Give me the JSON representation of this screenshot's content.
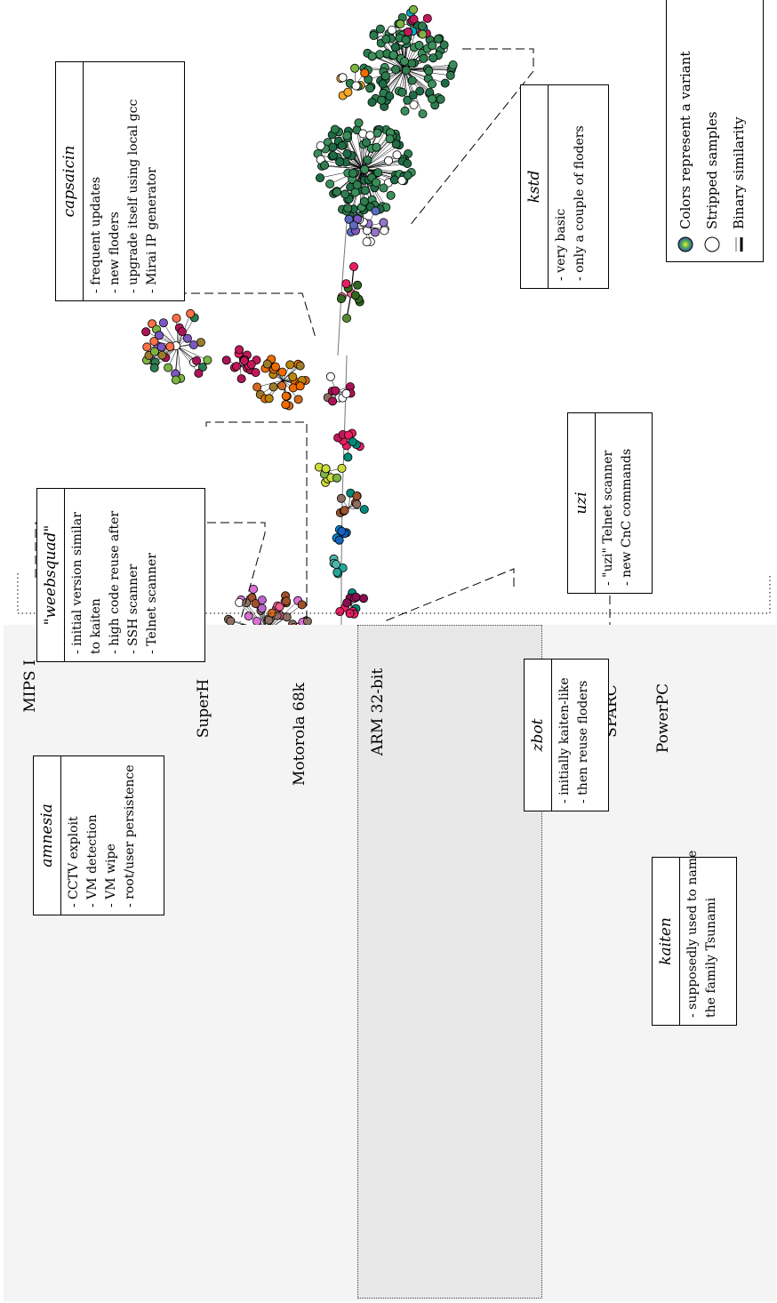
{
  "architectures": [
    {
      "name": "MIPS I",
      "color": "#c2304f"
    },
    {
      "name": "SuperH",
      "color": "#d3953f"
    },
    {
      "name": "Motorola 68k",
      "color": "#6a2a6e"
    },
    {
      "name": "ARM 32-bit",
      "color": "#2eb8c9"
    },
    {
      "name": "SPARC",
      "color": "#2a3fd0"
    },
    {
      "name": "PowerPC",
      "color": "#3cb83c"
    }
  ],
  "legend": {
    "colors": "Colors represent a variant",
    "stripped": "Stripped samples",
    "similarity": "Binary similarity"
  },
  "annotations": {
    "capsaicin": {
      "title": "capsaicin",
      "items": [
        "- frequent updates",
        "- new floders",
        "- upgrade itself using local gcc",
        "- Mirai IP generator"
      ]
    },
    "kstd": {
      "title": "kstd",
      "items": [
        "- very basic",
        "- only a couple of floders"
      ]
    },
    "weebsquad": {
      "title": "\"weebsquad\"",
      "items": [
        "- initial version similar",
        "  to kaiten",
        "- high code reuse after",
        "- SSH scanner",
        "- Telnet scanner"
      ]
    },
    "uzi": {
      "title": "uzi",
      "items": [
        "- \"uzi\" Telnet scanner",
        "- new CnC commands"
      ]
    },
    "zbot": {
      "title": "zbot",
      "items": [
        "- initially kaiten-like",
        "- then reuse floders"
      ]
    },
    "amnesia": {
      "title": "amnesia",
      "items": [
        "- CCTV exploit",
        "- VM detection",
        "- VM wipe",
        "- root/user persistence"
      ]
    },
    "kaiten": {
      "title": "kaiten",
      "items": [
        "- supposedly used to name",
        "  the family Tsunami"
      ]
    }
  },
  "palette": [
    "#2e7d4f",
    "#1f6b45",
    "#3a8f5a",
    "#c2185b",
    "#e91e63",
    "#f06292",
    "#ef6c00",
    "#f9a825",
    "#9e7b2a",
    "#b8860b",
    "#7e57c2",
    "#9575cd",
    "#5c6bc0",
    "#26a69a",
    "#00acc1",
    "#29b6f6",
    "#0288d1",
    "#1565c0",
    "#e040fb",
    "#ee82ee",
    "#da70d6",
    "#8d6e63",
    "#a0522d",
    "#d2691e",
    "#4e342e",
    "#6d4c41",
    "#558b2f",
    "#7cb342",
    "#9ccc65",
    "#33691e",
    "#ad1457",
    "#880e4f",
    "#ff7043",
    "#d84315",
    "#607d8b",
    "#78909c",
    "#00897b",
    "#4db6ac",
    "#cddc39",
    "#827717",
    "#ff4081",
    "#ba68c8",
    "#ab47bc",
    "#1b5e20",
    "#2e2e2e",
    "#b71c1c",
    "#ffffff"
  ]
}
